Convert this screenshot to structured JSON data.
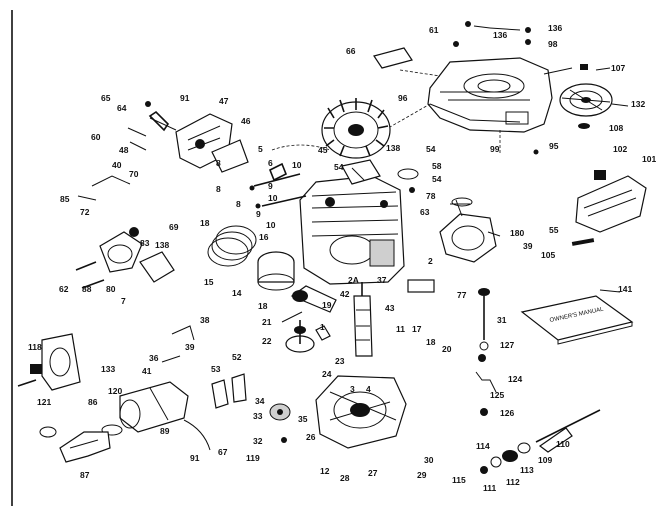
{
  "manual_label": "OWNER'S MANUAL",
  "callouts": [
    {
      "id": "c61",
      "text": "61"
    },
    {
      "id": "c136a",
      "text": "136"
    },
    {
      "id": "c136b",
      "text": "136"
    },
    {
      "id": "c98a",
      "text": "98"
    },
    {
      "id": "c66",
      "text": "66"
    },
    {
      "id": "c107",
      "text": "107"
    },
    {
      "id": "c132",
      "text": "132"
    },
    {
      "id": "c108",
      "text": "108"
    },
    {
      "id": "c95",
      "text": "95"
    },
    {
      "id": "c96",
      "text": "96"
    },
    {
      "id": "c99",
      "text": "99"
    },
    {
      "id": "c102",
      "text": "102"
    },
    {
      "id": "c101",
      "text": "101"
    },
    {
      "id": "c65",
      "text": "65"
    },
    {
      "id": "c64",
      "text": "64"
    },
    {
      "id": "c91a",
      "text": "91"
    },
    {
      "id": "c47",
      "text": "47"
    },
    {
      "id": "c48",
      "text": "48"
    },
    {
      "id": "c60",
      "text": "60"
    },
    {
      "id": "c46",
      "text": "46"
    },
    {
      "id": "c40",
      "text": "40"
    },
    {
      "id": "c70",
      "text": "70"
    },
    {
      "id": "c85",
      "text": "85"
    },
    {
      "id": "c72",
      "text": "72"
    },
    {
      "id": "c5",
      "text": "5"
    },
    {
      "id": "c8a",
      "text": "8"
    },
    {
      "id": "c6",
      "text": "6"
    },
    {
      "id": "c10a",
      "text": "10"
    },
    {
      "id": "c8b",
      "text": "8"
    },
    {
      "id": "c9a",
      "text": "9"
    },
    {
      "id": "c10b",
      "text": "10"
    },
    {
      "id": "c8c",
      "text": "8"
    },
    {
      "id": "c9b",
      "text": "9"
    },
    {
      "id": "c10c",
      "text": "10"
    },
    {
      "id": "c45",
      "text": "45"
    },
    {
      "id": "c54a",
      "text": "54"
    },
    {
      "id": "c138a",
      "text": "138"
    },
    {
      "id": "c54b",
      "text": "54"
    },
    {
      "id": "c58",
      "text": "58"
    },
    {
      "id": "c54c",
      "text": "54"
    },
    {
      "id": "c78",
      "text": "78"
    },
    {
      "id": "c63",
      "text": "63"
    },
    {
      "id": "c180",
      "text": "180"
    },
    {
      "id": "c39a",
      "text": "39"
    },
    {
      "id": "c55",
      "text": "55"
    },
    {
      "id": "c105",
      "text": "105"
    },
    {
      "id": "c18a",
      "text": "18"
    },
    {
      "id": "c16",
      "text": "16"
    },
    {
      "id": "c69",
      "text": "69"
    },
    {
      "id": "c83",
      "text": "83"
    },
    {
      "id": "c138b",
      "text": "138"
    },
    {
      "id": "c15",
      "text": "15"
    },
    {
      "id": "c14",
      "text": "14"
    },
    {
      "id": "c62",
      "text": "62"
    },
    {
      "id": "c88",
      "text": "88"
    },
    {
      "id": "c80",
      "text": "80"
    },
    {
      "id": "c7",
      "text": "7"
    },
    {
      "id": "c2",
      "text": "2"
    },
    {
      "id": "c2A",
      "text": "2A"
    },
    {
      "id": "c37",
      "text": "37"
    },
    {
      "id": "c42",
      "text": "42"
    },
    {
      "id": "c19",
      "text": "19"
    },
    {
      "id": "c18b",
      "text": "18"
    },
    {
      "id": "c77",
      "text": "77"
    },
    {
      "id": "c141",
      "text": "141"
    },
    {
      "id": "c31",
      "text": "31"
    },
    {
      "id": "c127",
      "text": "127"
    },
    {
      "id": "c21",
      "text": "21"
    },
    {
      "id": "c1",
      "text": "1"
    },
    {
      "id": "c43",
      "text": "43"
    },
    {
      "id": "c11",
      "text": "11"
    },
    {
      "id": "c17",
      "text": "17"
    },
    {
      "id": "c38",
      "text": "38"
    },
    {
      "id": "c22",
      "text": "22"
    },
    {
      "id": "c18c",
      "text": "18"
    },
    {
      "id": "c20",
      "text": "20"
    },
    {
      "id": "c118",
      "text": "118"
    },
    {
      "id": "c133",
      "text": "133"
    },
    {
      "id": "c39b",
      "text": "39"
    },
    {
      "id": "c36",
      "text": "36"
    },
    {
      "id": "c41",
      "text": "41"
    },
    {
      "id": "c120",
      "text": "120"
    },
    {
      "id": "c121",
      "text": "121"
    },
    {
      "id": "c86",
      "text": "86"
    },
    {
      "id": "c53",
      "text": "53"
    },
    {
      "id": "c52",
      "text": "52"
    },
    {
      "id": "c23",
      "text": "23"
    },
    {
      "id": "c24",
      "text": "24"
    },
    {
      "id": "c124",
      "text": "124"
    },
    {
      "id": "c125",
      "text": "125"
    },
    {
      "id": "c126",
      "text": "126"
    },
    {
      "id": "c34",
      "text": "34"
    },
    {
      "id": "c33",
      "text": "33"
    },
    {
      "id": "c35",
      "text": "35"
    },
    {
      "id": "c32",
      "text": "32"
    },
    {
      "id": "c119",
      "text": "119"
    },
    {
      "id": "c89",
      "text": "89"
    },
    {
      "id": "c91b",
      "text": "91"
    },
    {
      "id": "c67",
      "text": "67"
    },
    {
      "id": "c26",
      "text": "26"
    },
    {
      "id": "c3",
      "text": "3"
    },
    {
      "id": "c4",
      "text": "4"
    },
    {
      "id": "c87",
      "text": "87"
    },
    {
      "id": "c12",
      "text": "12"
    },
    {
      "id": "c28",
      "text": "28"
    },
    {
      "id": "c27",
      "text": "27"
    },
    {
      "id": "c30",
      "text": "30"
    },
    {
      "id": "c29",
      "text": "29"
    },
    {
      "id": "c114",
      "text": "114"
    },
    {
      "id": "c115",
      "text": "115"
    },
    {
      "id": "c111",
      "text": "111"
    },
    {
      "id": "c112",
      "text": "112"
    },
    {
      "id": "c113",
      "text": "113"
    },
    {
      "id": "c109",
      "text": "109"
    },
    {
      "id": "c110",
      "text": "110"
    }
  ]
}
